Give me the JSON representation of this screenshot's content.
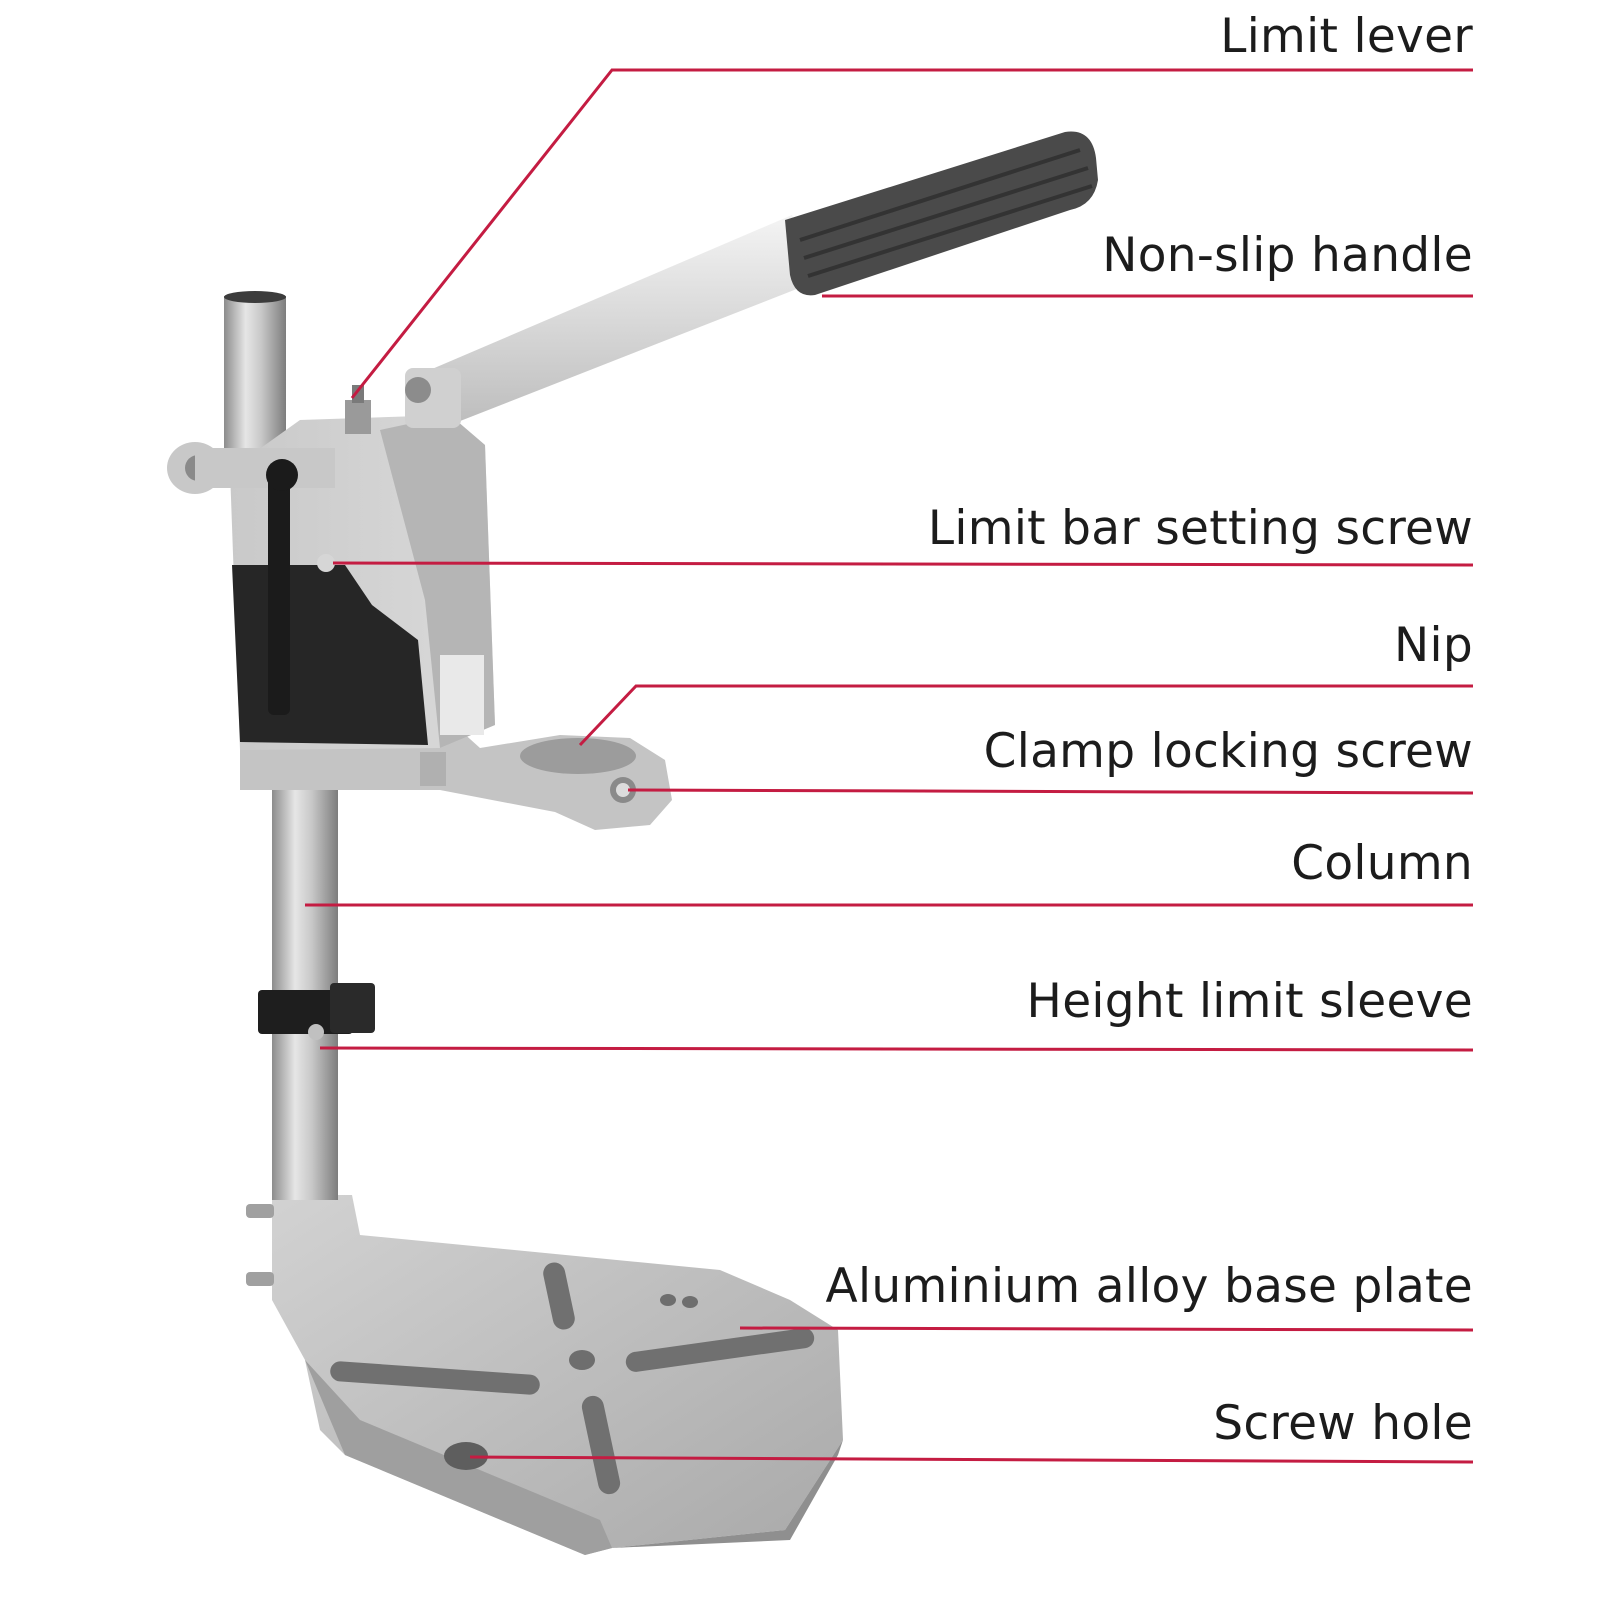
{
  "figure": {
    "subject": "drill stand",
    "leader_color": "#c41c42",
    "metal_color": "#b9b9b9",
    "dark_color": "#2b2b2b"
  },
  "callouts": [
    {
      "id": "limit-lever",
      "label": "Limit lever"
    },
    {
      "id": "non-slip-handle",
      "label": "Non-slip handle"
    },
    {
      "id": "limit-bar-setting-screw",
      "label": "Limit bar setting screw"
    },
    {
      "id": "nip",
      "label": "Nip"
    },
    {
      "id": "clamp-locking-screw",
      "label": "Clamp locking screw"
    },
    {
      "id": "column",
      "label": "Column"
    },
    {
      "id": "height-limit-sleeve",
      "label": "Height limit sleeve"
    },
    {
      "id": "aluminium-alloy-base-plate",
      "label": "Aluminium alloy base plate"
    },
    {
      "id": "screw-hole",
      "label": "Screw hole"
    }
  ]
}
